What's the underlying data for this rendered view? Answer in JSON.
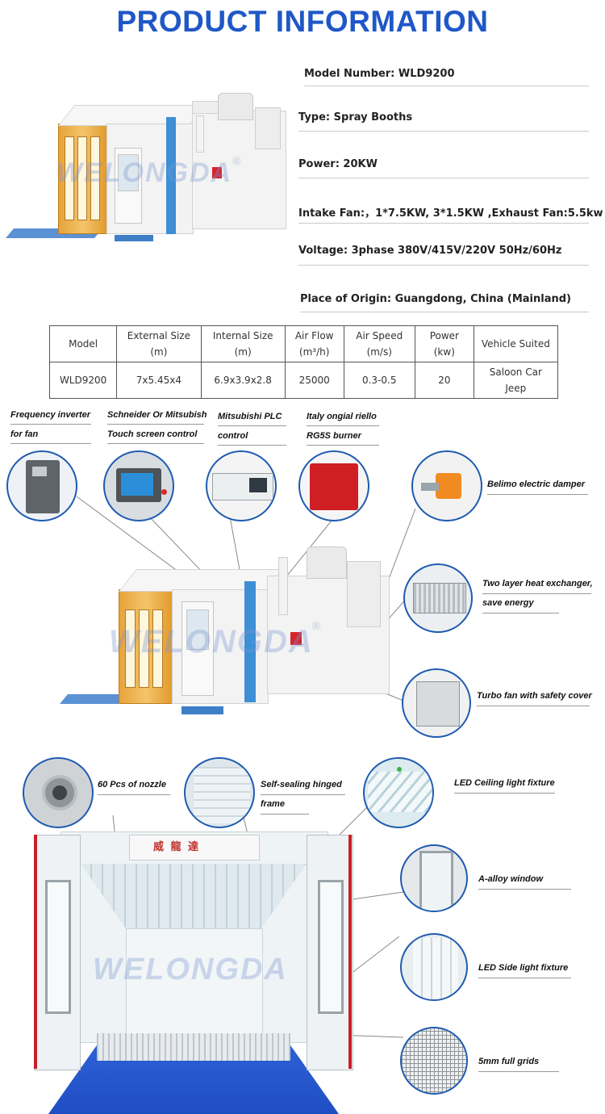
{
  "header": {
    "title": "PRODUCT INFORMATION"
  },
  "booth": {
    "watermark": "WELONGDA",
    "registered": "®"
  },
  "specs": [
    "Model Number: WLD9200",
    "Type: Spray Booths",
    "Power: 20KW",
    "Intake Fan:，1*7.5KW, 3*1.5KW ,Exhaust Fan:5.5kw",
    "Voltage: 3phase 380V/415V/220V 50Hz/60Hz",
    "Place of Origin: Guangdong, China (Mainland)"
  ],
  "table": {
    "headers": [
      [
        "Model"
      ],
      [
        "External Size",
        "(m)"
      ],
      [
        "Internal Size",
        "(m)"
      ],
      [
        "Air Flow",
        "(m³/h)"
      ],
      [
        "Air Speed",
        "(m/s)"
      ],
      [
        "Power",
        "(kw)"
      ],
      [
        "Vehicle Suited"
      ]
    ],
    "row": [
      [
        "WLD9200"
      ],
      [
        "7x5.45x4"
      ],
      [
        "6.9x3.9x2.8"
      ],
      [
        "25000"
      ],
      [
        "0.3-0.5"
      ],
      [
        "20"
      ],
      [
        "Saloon Car",
        "Jeep"
      ]
    ]
  },
  "components": {
    "top": [
      [
        "Frequency inverter",
        "for fan"
      ],
      [
        "Schneider Or Mitsubish",
        "Touch screen control"
      ],
      [
        "Mitsubishi PLC",
        "control"
      ],
      [
        "Italy ongial riello",
        "RG5S  burner"
      ]
    ],
    "right": [
      [
        "Belimo electric damper"
      ],
      [
        "Two layer heat exchanger,",
        "save energy"
      ],
      [
        "Turbo fan with safety cover"
      ]
    ]
  },
  "interior": {
    "sign": "威 龍 達",
    "callouts": [
      [
        "60 Pcs of nozzle"
      ],
      [
        "Self-sealing hinged",
        "frame"
      ],
      [
        "LED  Ceiling light fixture"
      ],
      [
        "A-alloy window"
      ],
      [
        "LED Side light fixture"
      ],
      [
        "5mm full grids"
      ]
    ]
  },
  "colors": {
    "title": "#1f57c7",
    "accent_blue": "#3d8fd6",
    "orange": "#e8a33a",
    "floor_blue": "#2c5fd0",
    "red_frame": "#c8202a"
  }
}
